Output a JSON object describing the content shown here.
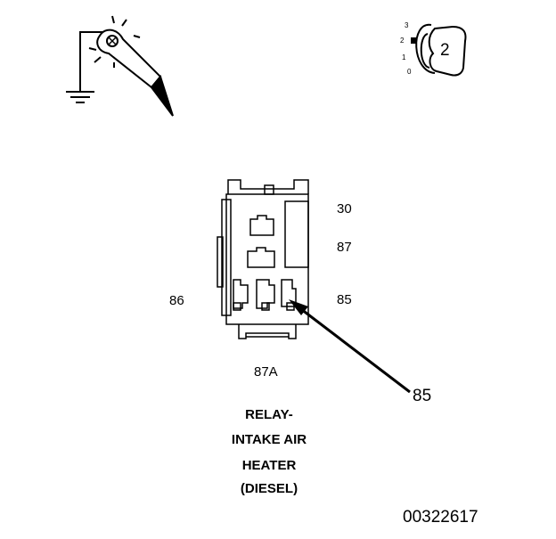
{
  "pins": {
    "p30": "30",
    "p87": "87",
    "p86": "86",
    "p85": "85",
    "p87a": "87A"
  },
  "callout": "85",
  "title_lines": [
    "RELAY-",
    "INTAKE AIR",
    "HEATER",
    "(DIESEL)"
  ],
  "figure_id": "00322617",
  "ignition": {
    "positions": [
      "3",
      "2",
      "1",
      "0"
    ],
    "key_label": "2"
  },
  "icons": {
    "probe": "test-light-probe-icon",
    "ground": "ground-symbol-icon",
    "ignition": "ignition-key-icon"
  }
}
